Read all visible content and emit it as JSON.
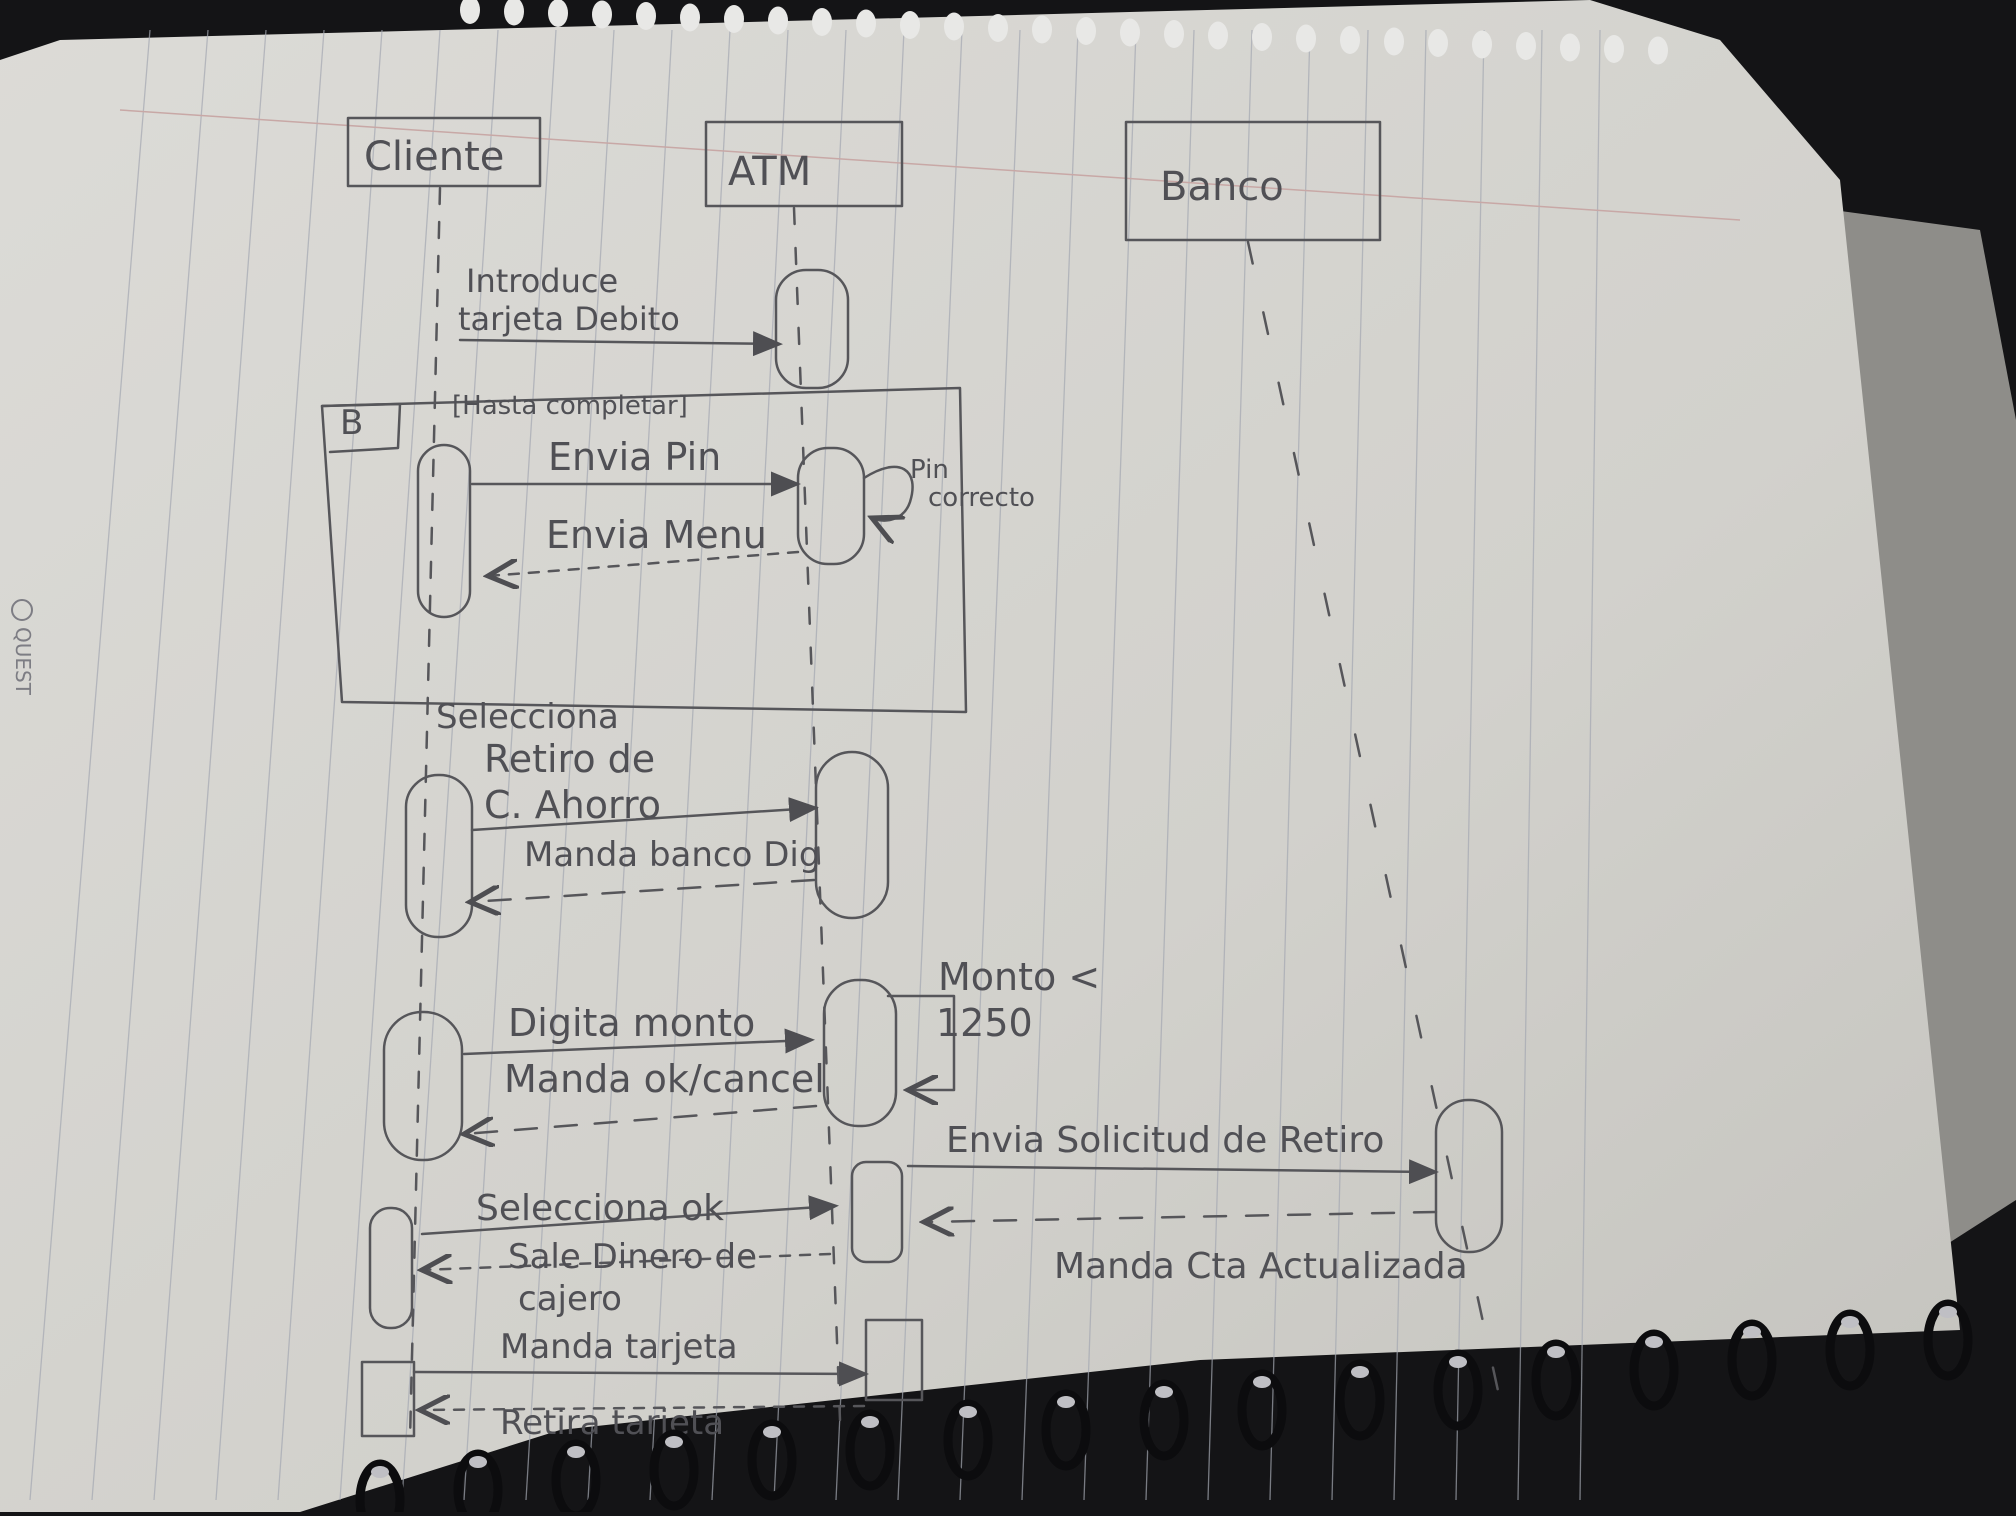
{
  "participants": {
    "cliente": "Cliente",
    "atm": "ATM",
    "banco": "Banco"
  },
  "frame": {
    "label": "B",
    "guard": "[Hasta completar]"
  },
  "messages": {
    "m1_line1": "Introduce",
    "m1_line2": "tarjeta Debito",
    "m2": "Envia Pin",
    "m3": "Envia Menu",
    "note1_line1": "Pin",
    "note1_line2": "correcto",
    "m4_line1": "Selecciona",
    "m4_line2": "Retiro de",
    "m4_line3": "C. Ahorro",
    "m5": "Manda banco Dig",
    "m6": "Digita monto",
    "m7": "Manda ok/cancel",
    "note2_line1": "Monto <",
    "note2_line2": "1250",
    "m8": "Envia Solicitud de Retiro",
    "m9": "Selecciona ok",
    "m10": "Manda Cta Actualizada",
    "m11_line1": "Sale Dinero de",
    "m11_line2": "cajero",
    "m12": "Manda tarjeta",
    "m13": "Retira tarjeta"
  },
  "brand": "QUEST",
  "colors": {
    "paper": "#d9d8d4",
    "pencil": "#56565a",
    "rule": "#a4a8b2",
    "margin": "#c8a8a6",
    "background": "#141416",
    "spiral": "#0c0c0e"
  }
}
